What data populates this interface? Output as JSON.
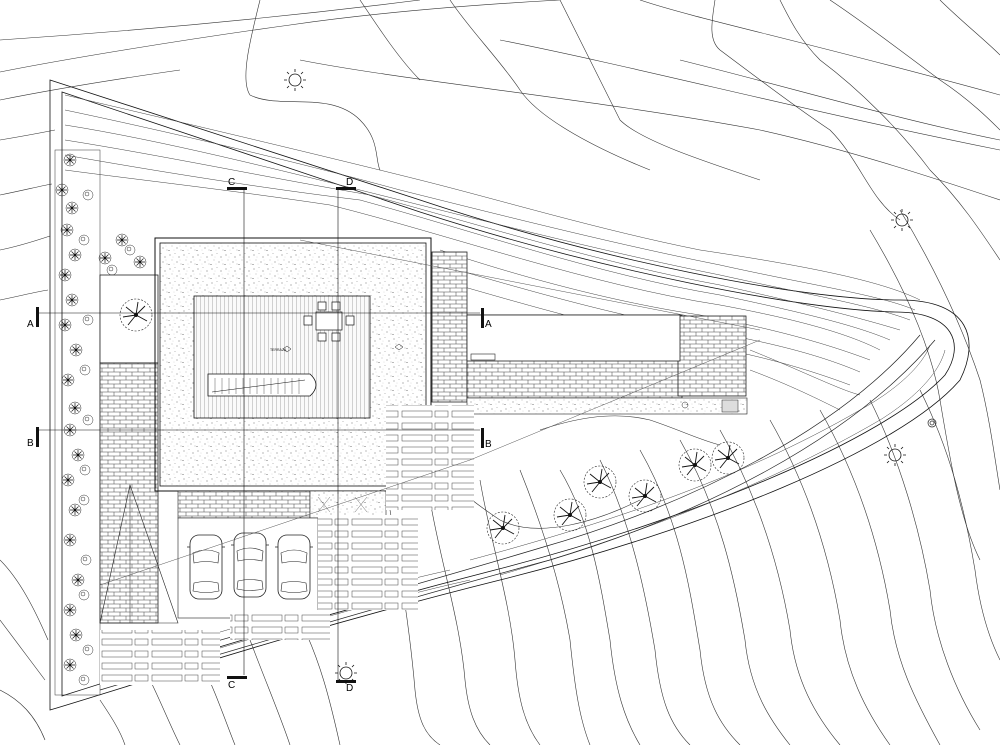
{
  "plan": {
    "section_markers": {
      "a": "A",
      "b": "B",
      "c": "C",
      "d": "D"
    },
    "roof_label": "TERRAZA",
    "roof_note": "",
    "top_deck_note": "",
    "bottom_deck_note": "",
    "stair_note": ""
  }
}
